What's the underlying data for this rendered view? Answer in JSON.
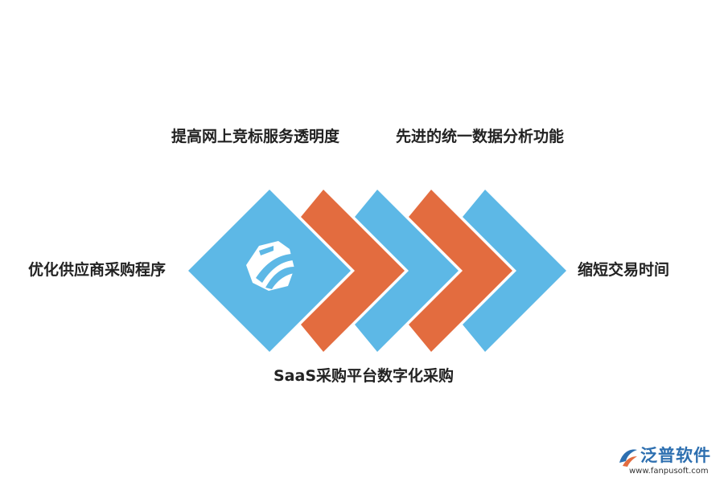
{
  "labels": {
    "top_left": "提高网上竞标服务透明度",
    "top_right": "先进的统一数据分析功能",
    "left": "优化供应商采购程序",
    "right": "缩短交易时间",
    "bottom": "SaaS采购平台数字化采购"
  },
  "colors": {
    "blue": "#5db8e6",
    "orange": "#e36c3f",
    "logo_white": "#ffffff",
    "text": "#222222",
    "watermark_blue": "#2d6fb0",
    "watermark_orange": "#e36c3f"
  },
  "icons": {
    "center": "brand-logo-icon",
    "watermark": "fanpu-logo-icon"
  },
  "watermark": {
    "brand": "泛普软件",
    "url": "www.fanpusoft.com"
  }
}
